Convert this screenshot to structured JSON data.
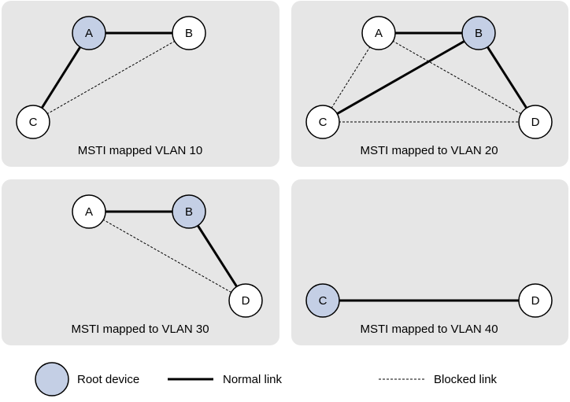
{
  "colors": {
    "panel_background": "#e6e6e6",
    "root_fill": "#c4cfe5",
    "node_fill": "#ffffff",
    "stroke": "#000000"
  },
  "panels": [
    {
      "caption": "MSTI mapped VLAN 10",
      "nodes": [
        {
          "id": "A",
          "label": "A",
          "root": true
        },
        {
          "id": "B",
          "label": "B",
          "root": false
        },
        {
          "id": "C",
          "label": "C",
          "root": false
        }
      ],
      "links": [
        {
          "from": "A",
          "to": "B",
          "type": "normal"
        },
        {
          "from": "A",
          "to": "C",
          "type": "normal"
        },
        {
          "from": "C",
          "to": "B",
          "type": "blocked"
        }
      ]
    },
    {
      "caption": "MSTI mapped to VLAN 20",
      "nodes": [
        {
          "id": "A",
          "label": "A",
          "root": false
        },
        {
          "id": "B",
          "label": "B",
          "root": true
        },
        {
          "id": "C",
          "label": "C",
          "root": false
        },
        {
          "id": "D",
          "label": "D",
          "root": false
        }
      ],
      "links": [
        {
          "from": "A",
          "to": "B",
          "type": "normal"
        },
        {
          "from": "B",
          "to": "C",
          "type": "normal"
        },
        {
          "from": "B",
          "to": "D",
          "type": "normal"
        },
        {
          "from": "A",
          "to": "C",
          "type": "blocked"
        },
        {
          "from": "A",
          "to": "D",
          "type": "blocked"
        },
        {
          "from": "C",
          "to": "D",
          "type": "blocked"
        }
      ]
    },
    {
      "caption": "MSTI mapped to VLAN 30",
      "nodes": [
        {
          "id": "A",
          "label": "A",
          "root": false
        },
        {
          "id": "B",
          "label": "B",
          "root": true
        },
        {
          "id": "D",
          "label": "D",
          "root": false
        }
      ],
      "links": [
        {
          "from": "A",
          "to": "B",
          "type": "normal"
        },
        {
          "from": "B",
          "to": "D",
          "type": "normal"
        },
        {
          "from": "A",
          "to": "D",
          "type": "blocked"
        }
      ]
    },
    {
      "caption": "MSTI mapped to VLAN 40",
      "nodes": [
        {
          "id": "C",
          "label": "C",
          "root": true
        },
        {
          "id": "D",
          "label": "D",
          "root": false
        }
      ],
      "links": [
        {
          "from": "C",
          "to": "D",
          "type": "normal"
        }
      ]
    }
  ],
  "legend": {
    "root_device": "Root device",
    "normal_link": "Normal link",
    "blocked_link": "Blocked link"
  }
}
